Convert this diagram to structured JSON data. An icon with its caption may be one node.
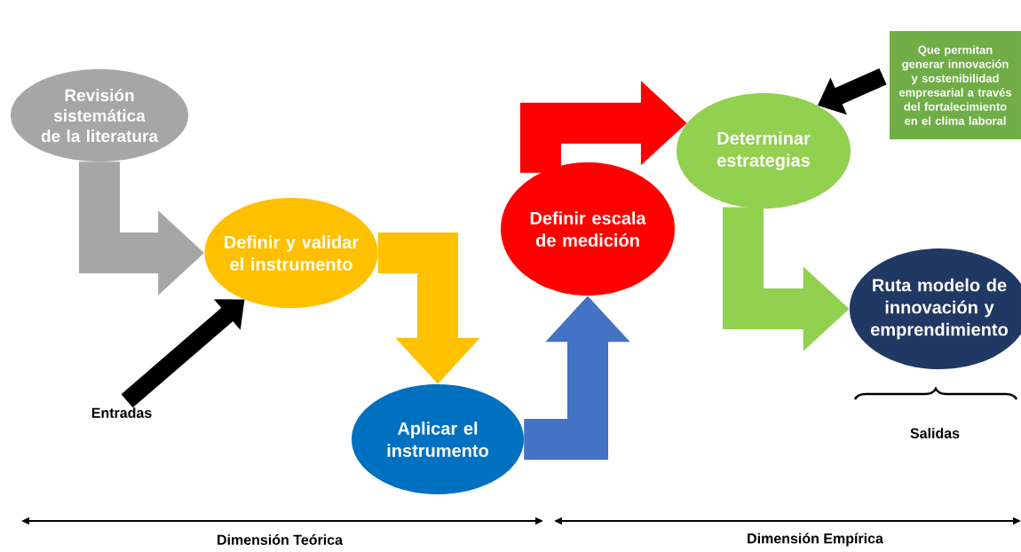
{
  "diagram": {
    "nodes": [
      {
        "text": [
          "Revisión sistemática de la literatura"
        ]
      },
      {
        "text": [
          "Definir y validar el instrumento"
        ]
      },
      {
        "text": [
          "Aplicar el instrumento"
        ]
      },
      {
        "text": [
          "Definir escala de medición"
        ]
      },
      {
        "text": [
          "Determinar estrategias"
        ]
      },
      {
        "text": [
          "Ruta modelo de innovación y emprendimiento"
        ]
      },
      {
        "text": [
          "Que permitan generar innovación y sostenibilidad empresarial a través del fortalecimiento en el clima laboral"
        ]
      },
      {
        "text": [
          "Entradas"
        ]
      }
    ],
    "edges": [
      {
        "from": 0,
        "to": 1,
        "arrow": "to",
        "color": "#a6a6a6"
      },
      {
        "from": 1,
        "to": 2,
        "arrow": "to",
        "color": "#ffc000"
      },
      {
        "from": 2,
        "to": 3,
        "arrow": "to",
        "color": "#4472c4"
      },
      {
        "from": 3,
        "to": 4,
        "arrow": "to",
        "color": "#ff0000"
      },
      {
        "from": 4,
        "to": 5,
        "arrow": "to",
        "color": "#92d050"
      },
      {
        "from": 7,
        "to": 1,
        "arrow": "to",
        "color": "#000000"
      },
      {
        "from": 6,
        "to": 4,
        "arrow": "to",
        "color": "#000000"
      }
    ],
    "labels": [
      "Salidas",
      "Dimensión Teórica",
      "Dimensión Empírica"
    ]
  }
}
